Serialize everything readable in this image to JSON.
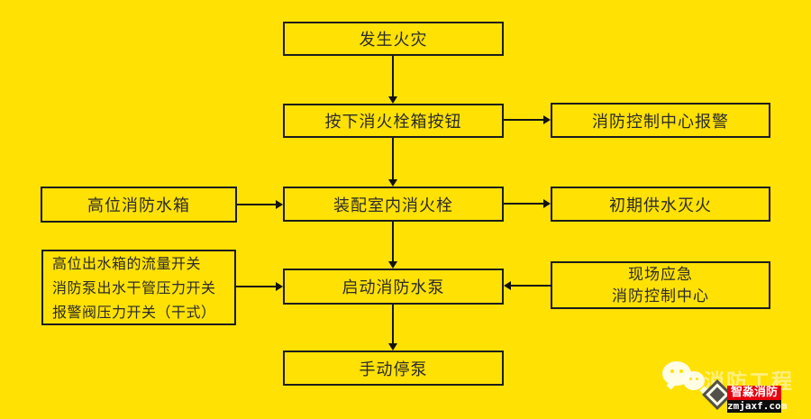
{
  "page": {
    "background_color": "#ffe103",
    "border_color": "#1c1c1c",
    "text_color": "#2b2b2b",
    "arrow_color": "#111111"
  },
  "flowchart": {
    "nodes": {
      "fire_occurs": {
        "label": "发生火灾"
      },
      "press_hydrant_button": {
        "label": "按下消火栓箱按钮"
      },
      "control_center_alarm": {
        "label": "消防控制中心报警"
      },
      "assemble_indoor_hydrant": {
        "label": "装配室内消火栓"
      },
      "high_level_water_tank": {
        "label": "高位消防水箱"
      },
      "initial_water_supply": {
        "label": "初期供水灭火"
      },
      "start_fire_pump": {
        "label": "启动消防水泵"
      },
      "pressure_switches": {
        "lines": [
          "高位出水箱的流量开关",
          "消防泵出水干管压力开关",
          "报警阀压力开关（干式）"
        ]
      },
      "onsite_emergency_center": {
        "lines": [
          "现场应急",
          "消防控制中心"
        ]
      },
      "manual_pump_stop": {
        "label": "手动停泵"
      }
    }
  },
  "watermark": {
    "faint_text": "消防工程",
    "brand_name": "智淼消防",
    "brand_url": "zmjaxf.com",
    "brand_bg_color": "#e8000d",
    "url_bg_color": "#0d0d0d"
  }
}
